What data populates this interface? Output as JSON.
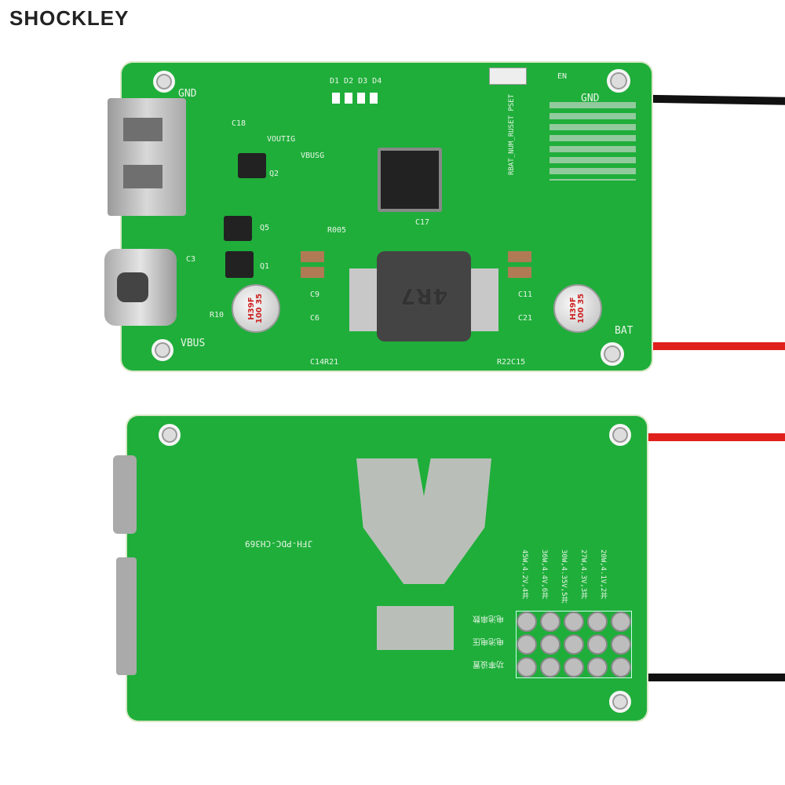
{
  "brand": {
    "logo_text": "SHOCKLEY"
  },
  "top_board": {
    "labels": {
      "gnd_left": "GND",
      "gnd_right": "GND",
      "vbus": "VBUS",
      "bat": "BAT",
      "en": "EN",
      "vout": "VOUTIG",
      "vbusg": "VBUSG",
      "leds": "D1 D2 D3 D4",
      "rset": "RBAT_NUM_RUSET PSET",
      "inductor": "4R7",
      "q1": "Q1",
      "q2": "Q2",
      "q5": "Q5",
      "c3": "C3",
      "c18": "C18",
      "r10": "R10",
      "c9": "C9",
      "c6": "C6",
      "c21": "C21",
      "c11": "C11",
      "c14r21": "C14R21",
      "r22c15": "R22C15",
      "c17": "C17",
      "r005": "R005"
    },
    "capacitors": [
      {
        "marking": "H39F 100 35"
      },
      {
        "marking": "H39F 100 35"
      }
    ]
  },
  "bottom_board": {
    "model": "JFH-PDC-CH369",
    "config_columns": [
      "45W,4.2V,4并",
      "36W,4.4V,6并",
      "30W,4.35V,5并",
      "27W,4.3V,3并",
      "20W,4.1V,2并"
    ],
    "config_rows": [
      "电池串数",
      "电池电压",
      "功率设置"
    ]
  },
  "colors": {
    "pcb": "#1fae3a",
    "wire_black": "#111111",
    "wire_red": "#e0201c"
  }
}
